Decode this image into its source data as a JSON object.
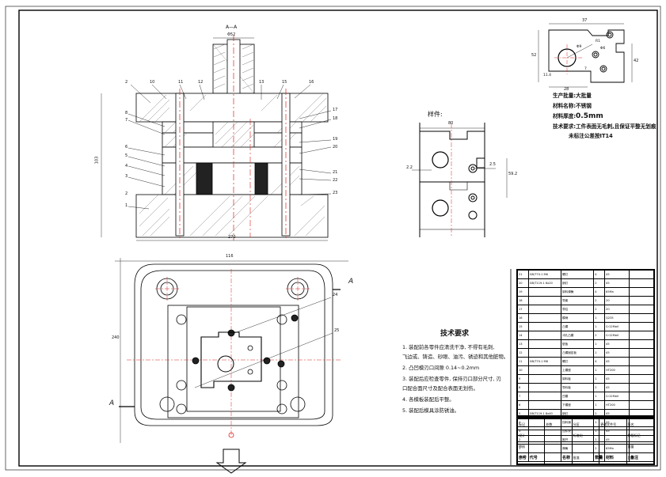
{
  "drawing": {
    "section_label": "A—A",
    "top_dims": {
      "width": "Φ52",
      "height": "103",
      "base": "270"
    },
    "part_numbers_top": [
      "2",
      "10",
      "11",
      "12",
      "13",
      "15",
      "16"
    ],
    "part_numbers_left": [
      "8",
      "7",
      "6",
      "5",
      "4",
      "3",
      "2",
      "1"
    ],
    "part_numbers_right": [
      "17",
      "18",
      "19",
      "20",
      "21",
      "22",
      "23"
    ],
    "plan_dims": {
      "width": "116",
      "height": "240"
    },
    "section_arrow": "A",
    "balloons": [
      "24",
      "25"
    ],
    "part_dims": {
      "width": "37",
      "height": "52",
      "hole": "Φ9",
      "left_h": "42",
      "small_w": "28",
      "r": "R1",
      "d1": "Φ6",
      "d2": "7",
      "d3": "11.4"
    }
  },
  "sample": {
    "title": "样件:",
    "dims": {
      "width": "80",
      "left": "2.2",
      "hole": "2.5",
      "right": "59.2"
    }
  },
  "spec": {
    "line1": "生产批量:大批量",
    "line2": "材料名称:不锈钢",
    "line3_prefix": "材料厚度:",
    "line3_value": "0.5mm",
    "line4": "技术要求:工件表面无毛刺,且保证平整无划痕",
    "line5": "未标注公差按IT14"
  },
  "notes": {
    "title": "技术要求",
    "items": [
      "1. 装配前各零件应清洗干净, 不得有毛刺,",
      "飞边或、铸造、砂眼、油污、锈迹和其他脏物。",
      "2. 凸凹模刃口间隙    0.14~0.2mm",
      "3. 装配后应检查零件, 保持刃口部分尺寸, 刃",
      "口配合面尺寸及配合表面无划伤。",
      "4. 各模板装配后平整。",
      "5. 装配后模具涂防锈油。"
    ]
  },
  "bom": {
    "rows": [
      [
        "21",
        "GB/T70.1 M6",
        "螺钉",
        "4",
        "45",
        ""
      ],
      [
        "20",
        "GB/T119.1 6x20",
        "销钉",
        "2",
        "45",
        ""
      ],
      [
        "19",
        "",
        "卸料弹簧",
        "4",
        "65Mn",
        ""
      ],
      [
        "18",
        "",
        "导套",
        "2",
        "20",
        ""
      ],
      [
        "17",
        "",
        "导柱",
        "2",
        "20",
        ""
      ],
      [
        "16",
        "",
        "模柄",
        "1",
        "Q235",
        ""
      ],
      [
        "15",
        "",
        "凸模",
        "1",
        "Cr12MoV",
        ""
      ],
      [
        "14",
        "",
        "冲孔凸模",
        "2",
        "Cr12MoV",
        ""
      ],
      [
        "13",
        "",
        "垫板",
        "1",
        "45",
        ""
      ],
      [
        "12",
        "",
        "凸模固定板",
        "1",
        "45",
        ""
      ],
      [
        "11",
        "GB/T70.1 M8",
        "螺钉",
        "4",
        "45",
        ""
      ],
      [
        "10",
        "",
        "上模座",
        "1",
        "HT200",
        ""
      ],
      [
        "9",
        "",
        "卸料板",
        "1",
        "45",
        ""
      ],
      [
        "8",
        "",
        "导料板",
        "2",
        "45",
        ""
      ],
      [
        "7",
        "",
        "凹模",
        "1",
        "Cr12MoV",
        ""
      ],
      [
        "6",
        "",
        "下模座",
        "1",
        "HT200",
        ""
      ],
      [
        "5",
        "GB/T119.1 8x40",
        "销钉",
        "2",
        "45",
        ""
      ],
      [
        "4",
        "",
        "挡料销",
        "1",
        "45",
        ""
      ],
      [
        "3",
        "",
        "顶件块",
        "1",
        "45",
        ""
      ],
      [
        "2",
        "",
        "推杆",
        "1",
        "45",
        ""
      ],
      [
        "1",
        "",
        "弹簧",
        "2",
        "65Mn",
        ""
      ]
    ],
    "header": [
      "序号",
      "代号",
      "名称",
      "数量",
      "材料",
      "备注"
    ]
  },
  "title_block": {
    "r1": [
      "",
      "",
      "",
      "",
      ""
    ],
    "r2": [
      "标记",
      "处数",
      "分区",
      "更改文件号",
      "签名"
    ],
    "r3": [
      "设计",
      "",
      "标准化",
      "",
      "阶段标记"
    ],
    "r4": [
      "审核",
      "",
      "",
      "",
      "重量"
    ],
    "r5": [
      "工艺",
      "",
      "批准",
      "",
      "比例"
    ]
  }
}
